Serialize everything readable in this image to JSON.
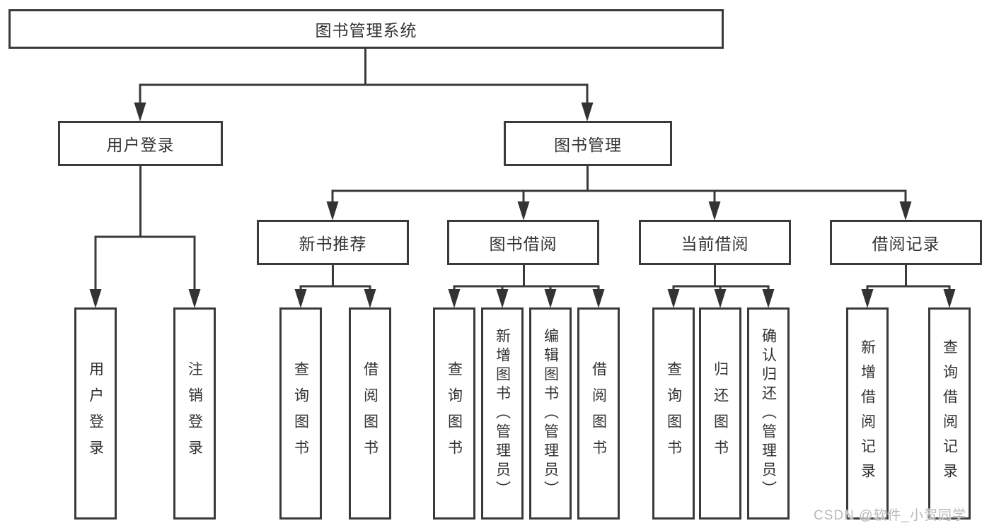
{
  "nodes": {
    "root": "图书管理系统",
    "level2": [
      "用户登录",
      "图书管理"
    ],
    "level3": [
      "新书推荐",
      "图书借阅",
      "当前借阅",
      "借阅记录"
    ],
    "leaves": {
      "user_login": [
        "用户登录",
        "注销登录"
      ],
      "new_book_recommend": [
        "查询图书",
        "借阅图书"
      ],
      "book_borrow": [
        "查询图书",
        "新增图书（管理员）",
        "编辑图书（管理员）",
        "借阅图书"
      ],
      "current_borrow": [
        "查询图书",
        "归还图书",
        "确认归还（管理员）"
      ],
      "borrow_records": [
        "新增借阅记录",
        "查询借阅记录"
      ]
    }
  },
  "watermark": "CSDN @软件_小贺同学",
  "colors": {
    "line": "#3a3a3a",
    "text": "#333333",
    "watermark": "#b9b9b9",
    "background": "#ffffff"
  }
}
